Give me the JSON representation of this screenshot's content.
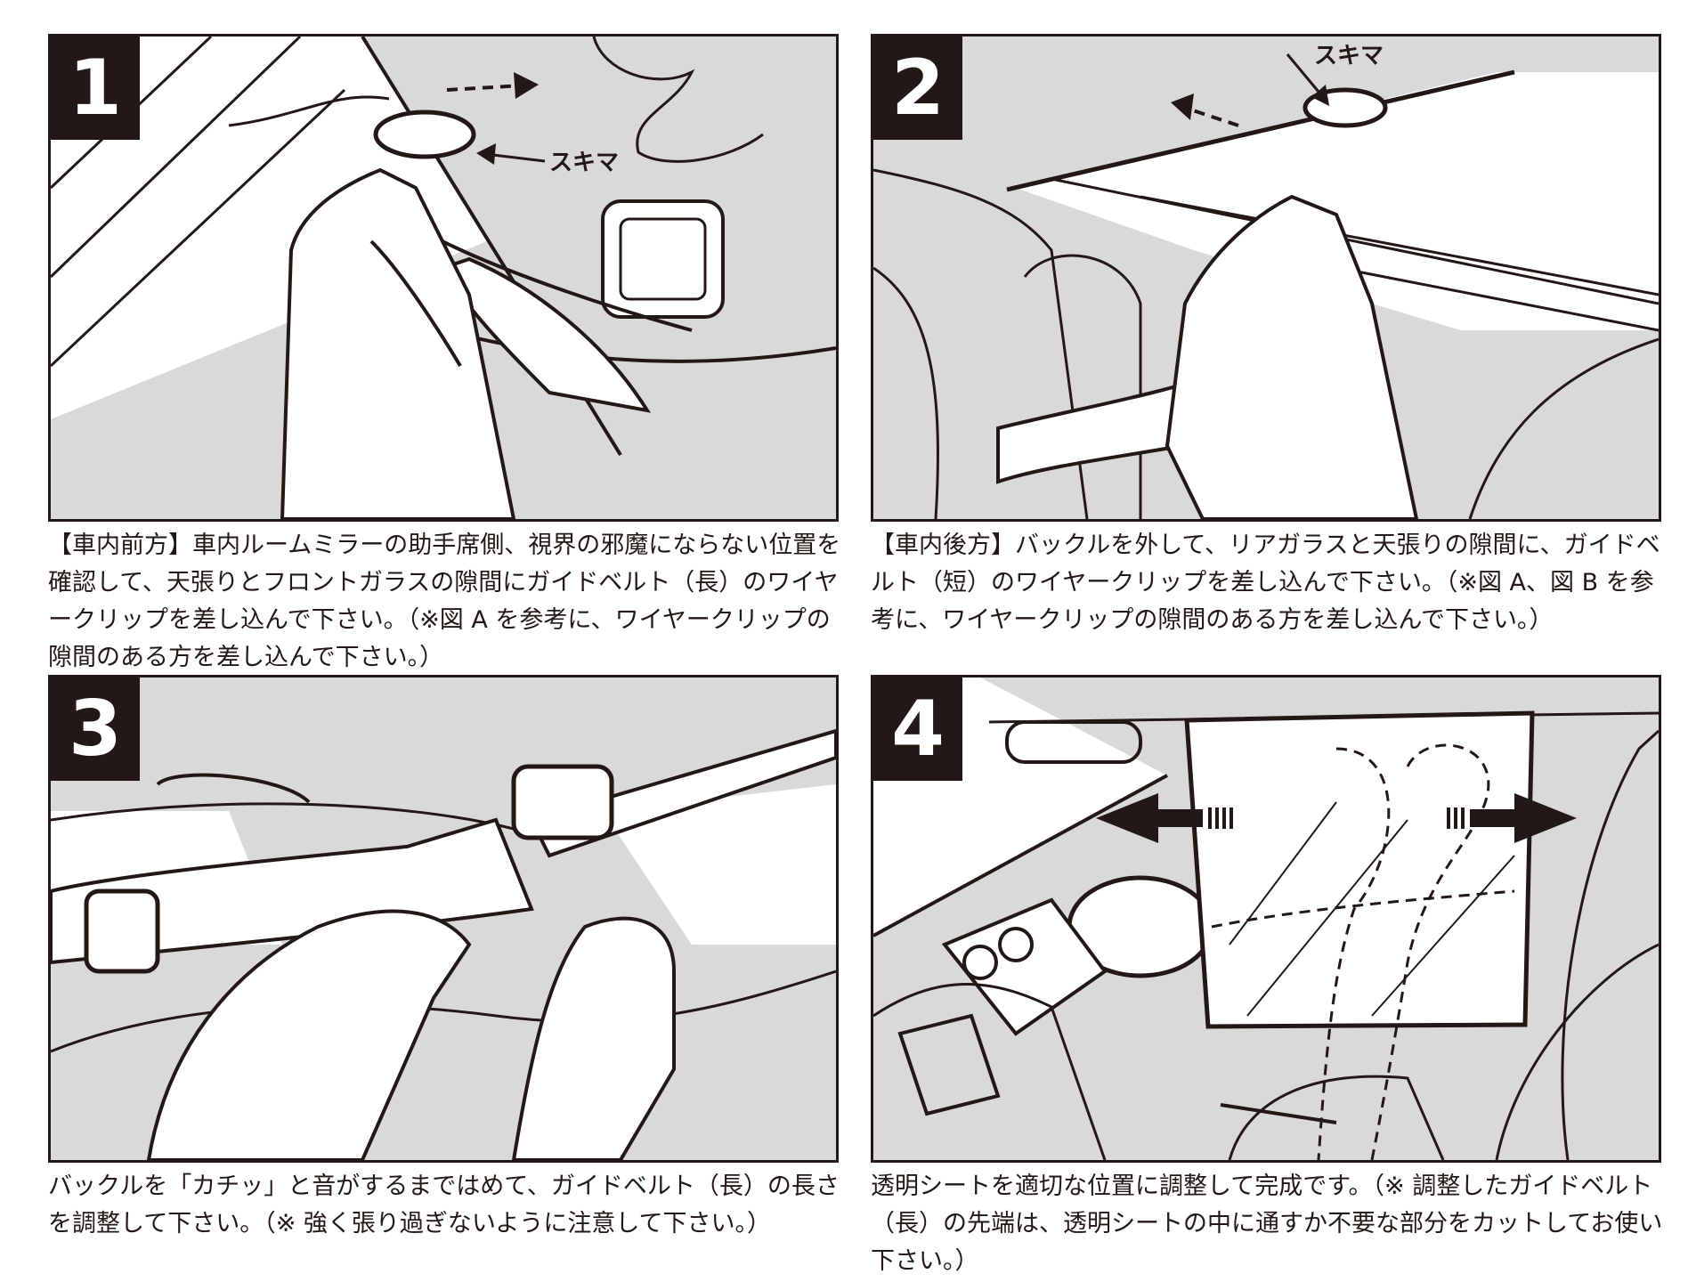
{
  "steps": [
    {
      "number": "1",
      "label": "スキマ",
      "caption": "【車内前方】車内ルームミラーの助手席側、視界の邪魔にならない位置を確認して、天張りとフロントガラスの隙間にガイドベルト（長）のワイヤークリップを差し込んで下さい。（※図 A を参考に、ワイヤークリップの隙間のある方を差し込んで下さい。）"
    },
    {
      "number": "2",
      "label": "スキマ",
      "caption": "【車内後方】バックルを外して、リアガラスと天張りの隙間に、ガイドベルト（短）のワイヤークリップを差し込んで下さい。（※図 A、図 B を参考に、ワイヤークリップの隙間のある方を差し込んで下さい。）"
    },
    {
      "number": "3",
      "caption": "バックルを「カチッ」と音がするまではめて、ガイドベルト（長）の長さを調整して下さい。（※ 強く張り過ぎないように注意して下さい。）"
    },
    {
      "number": "4",
      "caption": "透明シートを適切な位置に調整して完成です。（※ 調整したガイドベルト（長）の先端は、透明シートの中に通すか不要な部分をカットしてお使い下さい。）"
    }
  ]
}
